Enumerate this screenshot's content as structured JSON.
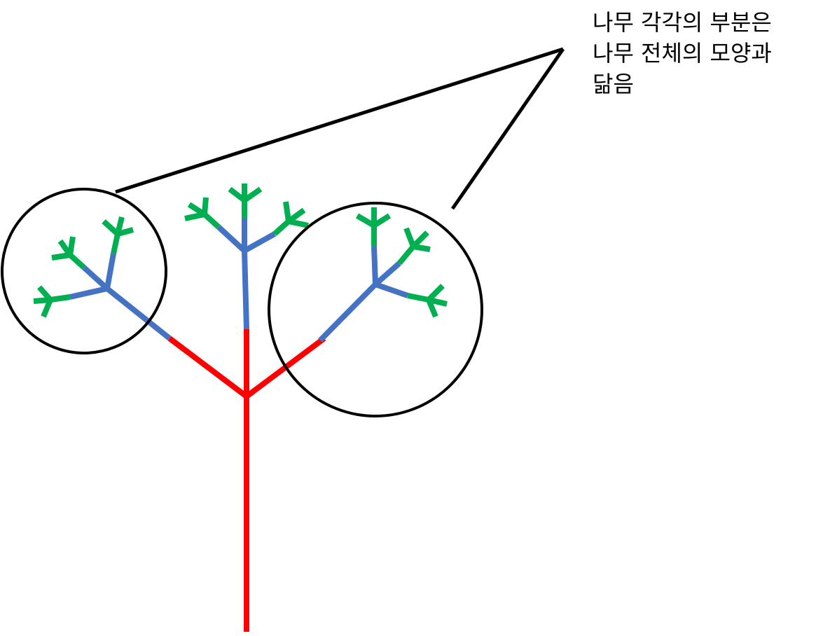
{
  "annotation": {
    "lines": [
      "나무 각각의 부분은",
      "나무 전체의 모양과",
      "닮음"
    ]
  },
  "colors": {
    "trunk": "#ff0000",
    "branch": "#4472c4",
    "twig": "#00b050",
    "outline": "#000000",
    "background": "#ffffff"
  }
}
